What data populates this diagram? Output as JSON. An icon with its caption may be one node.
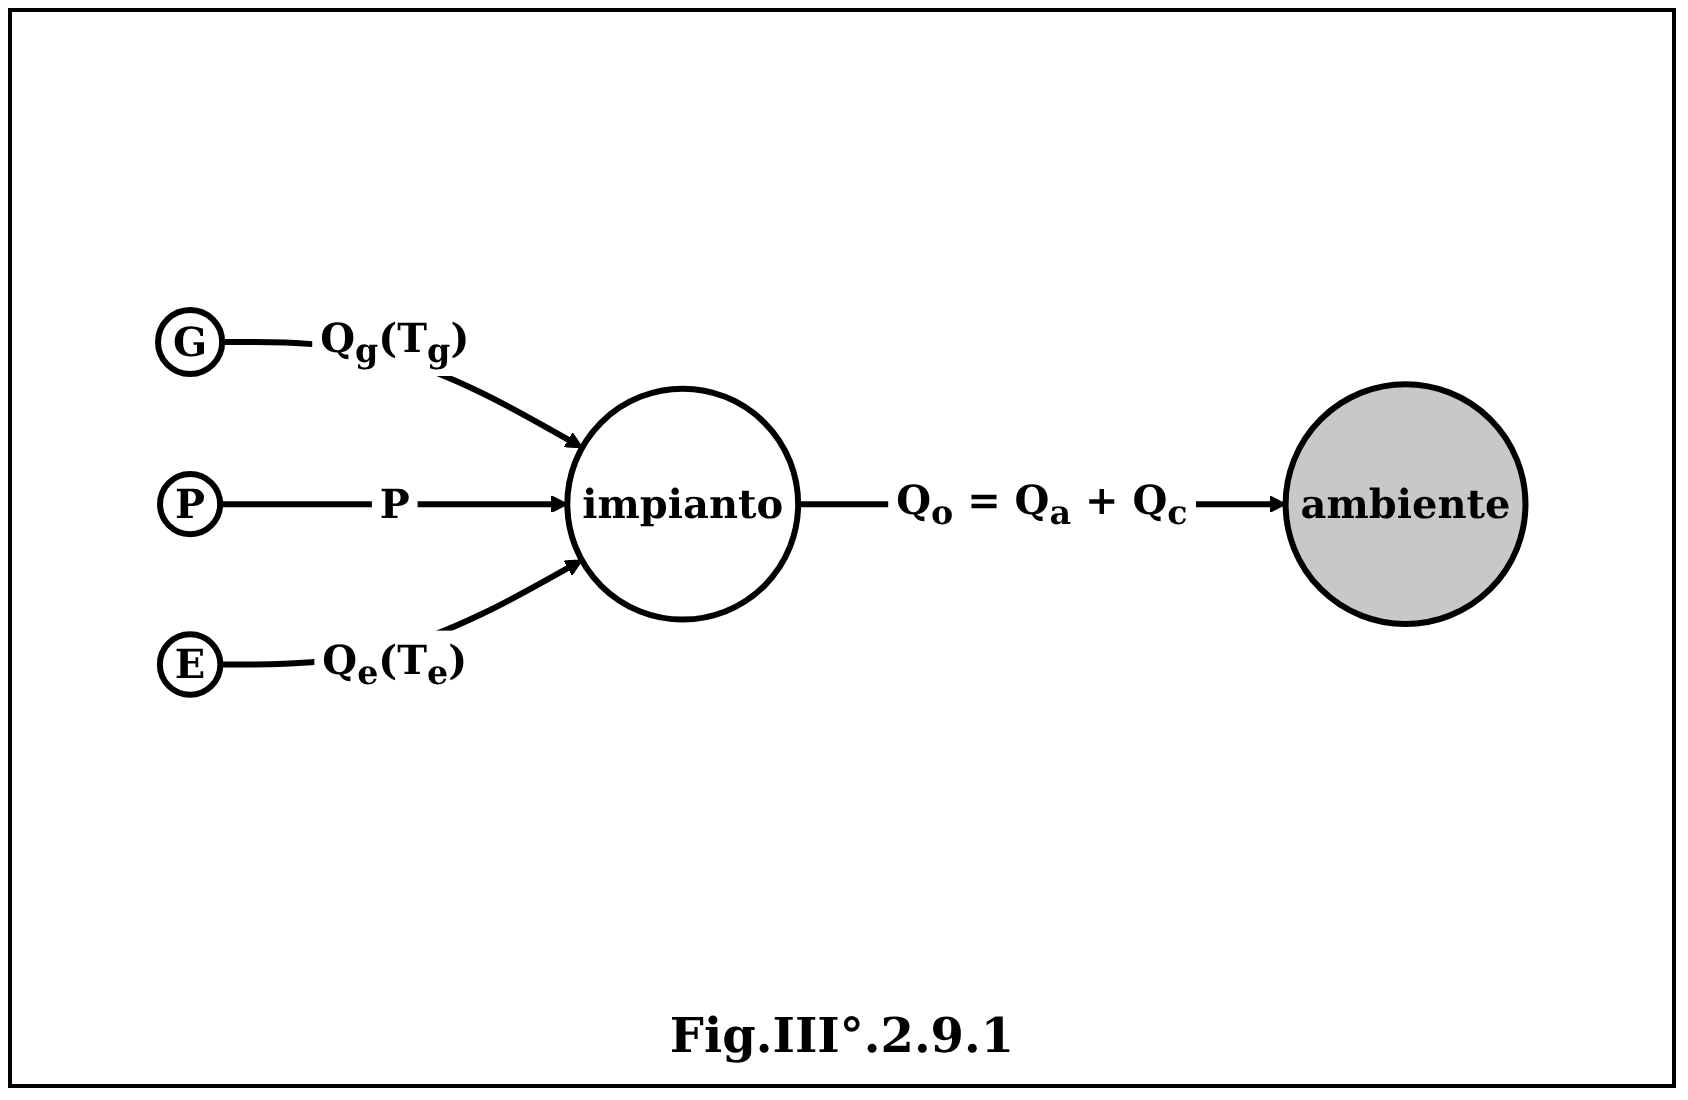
{
  "diagram": {
    "caption": "Fig.III°.2.9.1",
    "nodes": [
      {
        "text": [
          "G"
        ]
      },
      {
        "text": [
          "P"
        ]
      },
      {
        "text": [
          "impianto"
        ]
      },
      {
        "text": [
          "E"
        ]
      },
      {
        "text": [
          "ambiente"
        ]
      }
    ],
    "edges": [
      {
        "from": 0,
        "to": 2,
        "arrow": "to",
        "label": "Q$_{g}$(T$_{g}$)"
      },
      {
        "from": 1,
        "to": 2,
        "arrow": "to",
        "label": "P"
      },
      {
        "from": 3,
        "to": 2,
        "arrow": "to",
        "label": "Q$_{e}$(T$_{e}$)"
      },
      {
        "from": 2,
        "to": 4,
        "arrow": "to",
        "label": "Q$_{o}$ = Q$_{a}$ + Q$_{c}$"
      }
    ]
  }
}
